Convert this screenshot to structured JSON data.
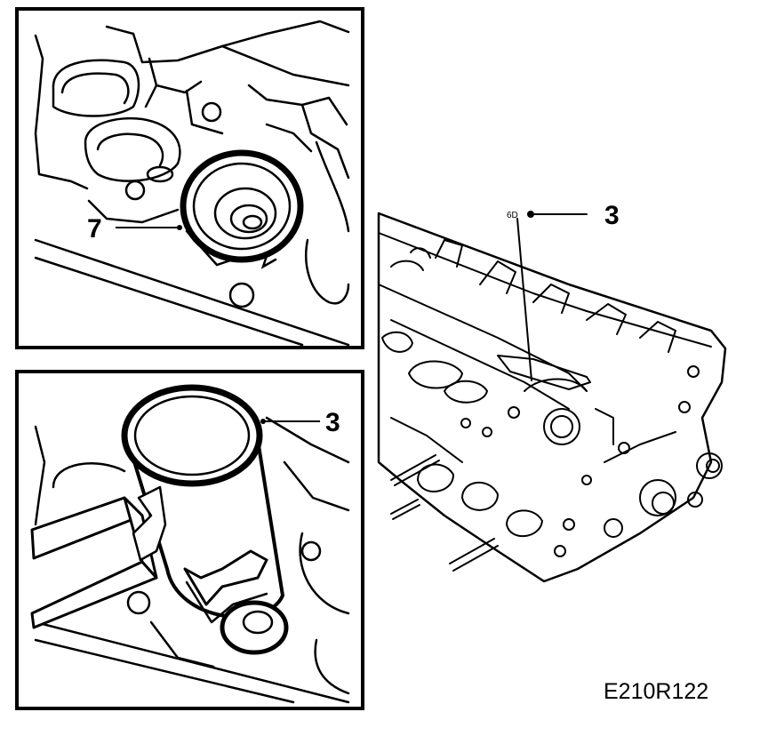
{
  "figure_id": "E210R122",
  "callouts": {
    "top_panel": "7",
    "bottom_panel": "3",
    "right_view": "3",
    "right_view_small_mark": "6D"
  },
  "colors": {
    "ink": "#000000",
    "paper": "#ffffff"
  }
}
